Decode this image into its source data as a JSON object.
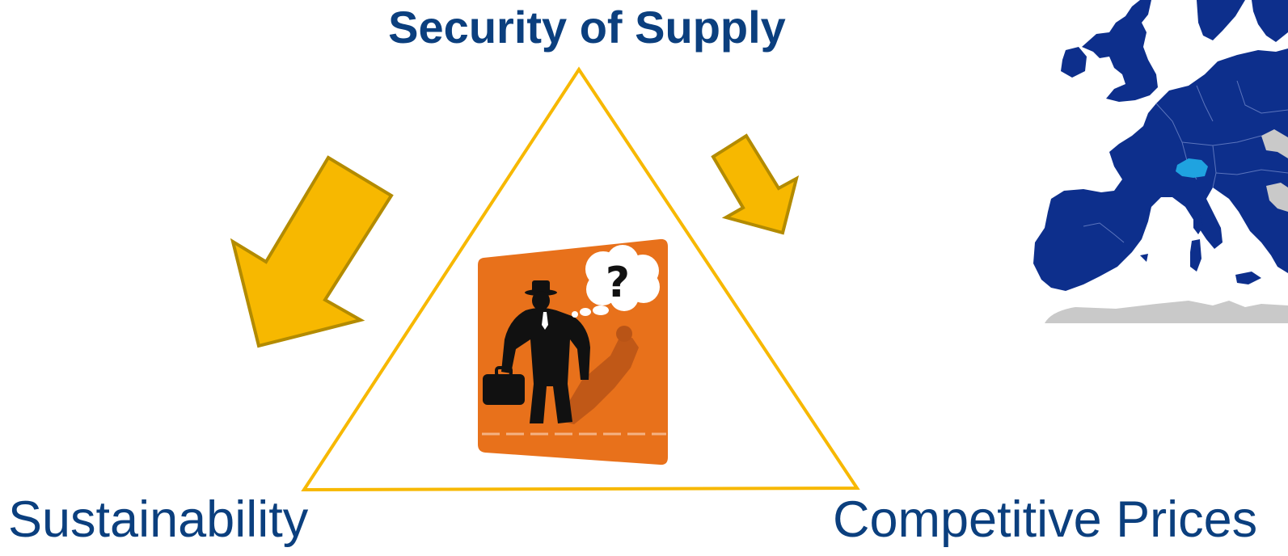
{
  "triangle": {
    "top_label": "Security of Supply",
    "left_label": "Sustainability",
    "right_label": "Competitive Prices"
  },
  "center_figure": {
    "thought_symbol": "?",
    "icon": "businessman-thinking-icon"
  },
  "map": {
    "icon": "europe-map-icon",
    "highlight_region": "switzerland"
  },
  "arrows": {
    "left": "arrow-down-left-icon",
    "right": "arrow-down-right-icon"
  },
  "colors": {
    "title_blue": "#0b3f7e",
    "triangle_stroke": "#f7b800",
    "arrow_fill": "#f7b800",
    "arrow_stroke": "#b38b00",
    "card_orange": "#e8711b",
    "map_blue": "#0d2f8c",
    "map_highlight": "#1fa3e0"
  }
}
